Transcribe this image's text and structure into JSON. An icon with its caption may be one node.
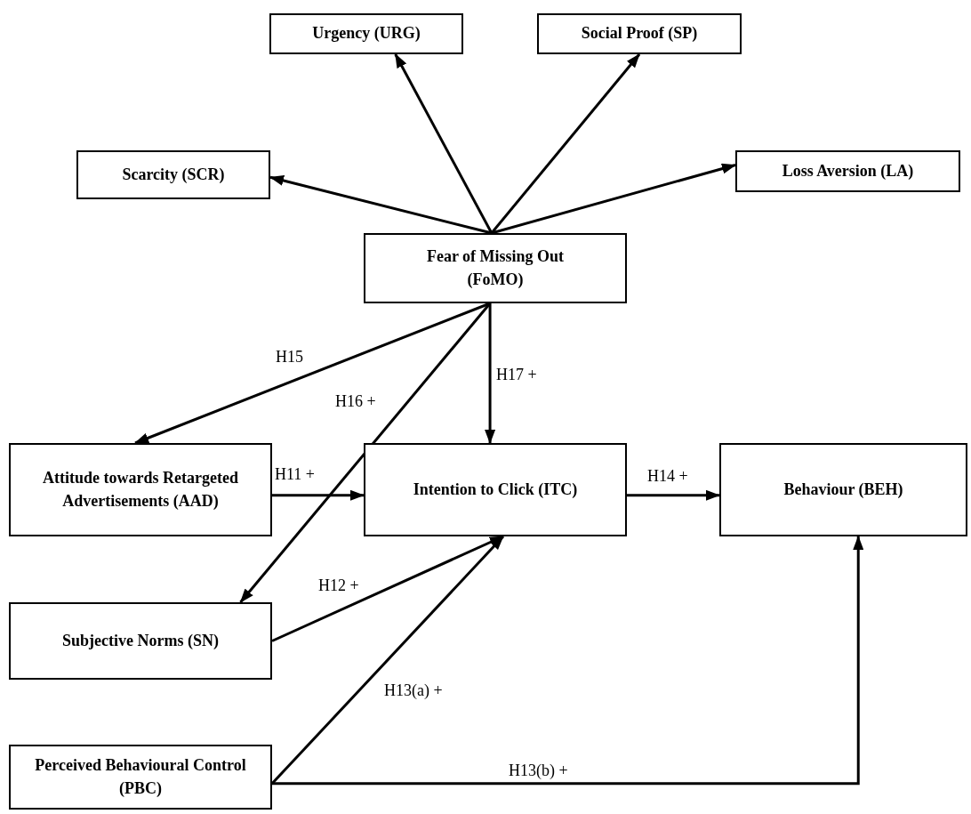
{
  "diagram": {
    "nodes": [
      {
        "text": [
          "Urgency (URG)"
        ]
      },
      {
        "text": [
          "Social Proof (SP)"
        ]
      },
      {
        "text": [
          "Scarcity (SCR)"
        ]
      },
      {
        "text": [
          "Loss Aversion (LA)"
        ]
      },
      {
        "text": [
          "Fear of Missing Out (FoMO)"
        ]
      },
      {
        "text": [
          "Attitude towards Retargeted Advertisements (AAD)"
        ]
      },
      {
        "text": [
          "Intention to Click (ITC)"
        ]
      },
      {
        "text": [
          "Behaviour (BEH)"
        ]
      },
      {
        "text": [
          "Subjective Norms (SN)"
        ]
      },
      {
        "text": [
          "Perceived Behavioural Control (PBC)"
        ]
      }
    ],
    "edges": [
      {
        "from": 4,
        "to": 0,
        "arrow": "to"
      },
      {
        "from": 4,
        "to": 1,
        "arrow": "to"
      },
      {
        "from": 4,
        "to": 2,
        "arrow": "to"
      },
      {
        "from": 4,
        "to": 3,
        "arrow": "to"
      },
      {
        "from": 4,
        "to": 5,
        "arrow": "to",
        "label": "H15"
      },
      {
        "from": 4,
        "to": 8,
        "arrow": "to",
        "label": "H16 +"
      },
      {
        "from": 4,
        "to": 6,
        "arrow": "to",
        "label": "H17 +"
      },
      {
        "from": 5,
        "to": 6,
        "arrow": "to",
        "label": "H11 +"
      },
      {
        "from": 6,
        "to": 7,
        "arrow": "to",
        "label": "H14 +"
      },
      {
        "from": 8,
        "to": 6,
        "arrow": "to",
        "label": "H12 +"
      },
      {
        "from": 9,
        "to": 6,
        "arrow": "to",
        "label": "H13(a) +"
      },
      {
        "from": 9,
        "to": 7,
        "arrow": "to",
        "label": "H13(b) +"
      }
    ]
  }
}
